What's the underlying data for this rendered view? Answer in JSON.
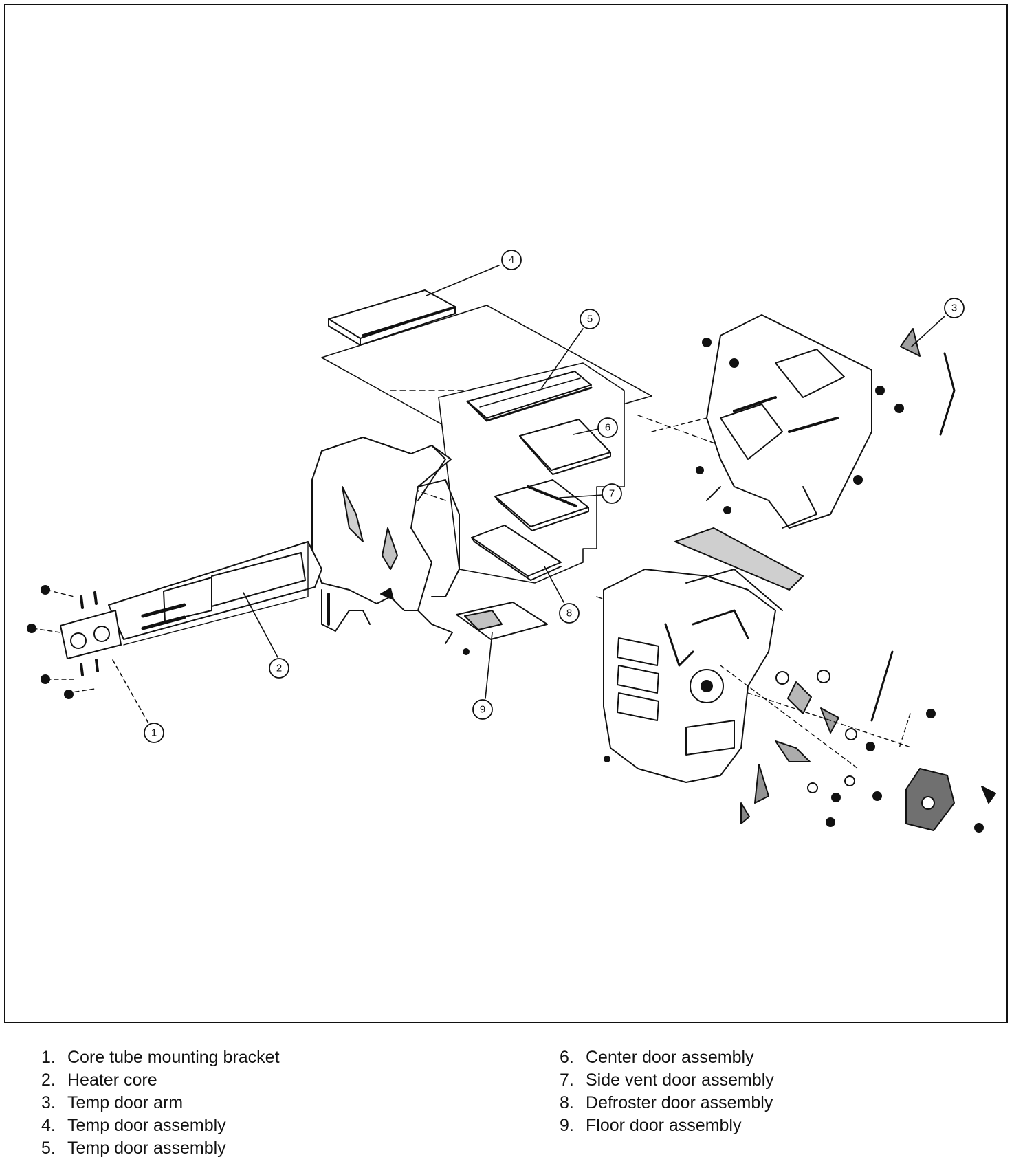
{
  "callouts": [
    {
      "id": "1",
      "label": "1"
    },
    {
      "id": "2",
      "label": "2"
    },
    {
      "id": "3",
      "label": "3"
    },
    {
      "id": "4",
      "label": "4"
    },
    {
      "id": "5",
      "label": "5"
    },
    {
      "id": "6",
      "label": "6"
    },
    {
      "id": "7",
      "label": "7"
    },
    {
      "id": "8",
      "label": "8"
    },
    {
      "id": "9",
      "label": "9"
    }
  ],
  "legend": {
    "items": [
      {
        "num": "1.",
        "text": "Core tube mounting bracket"
      },
      {
        "num": "2.",
        "text": "Heater core"
      },
      {
        "num": "3.",
        "text": "Temp door arm"
      },
      {
        "num": "4.",
        "text": "Temp door assembly"
      },
      {
        "num": "5.",
        "text": "Temp door assembly"
      },
      {
        "num": "6.",
        "text": "Center door assembly"
      },
      {
        "num": "7.",
        "text": "Side vent door assembly"
      },
      {
        "num": "8.",
        "text": "Defroster door assembly"
      },
      {
        "num": "9.",
        "text": "Floor door assembly"
      }
    ]
  }
}
